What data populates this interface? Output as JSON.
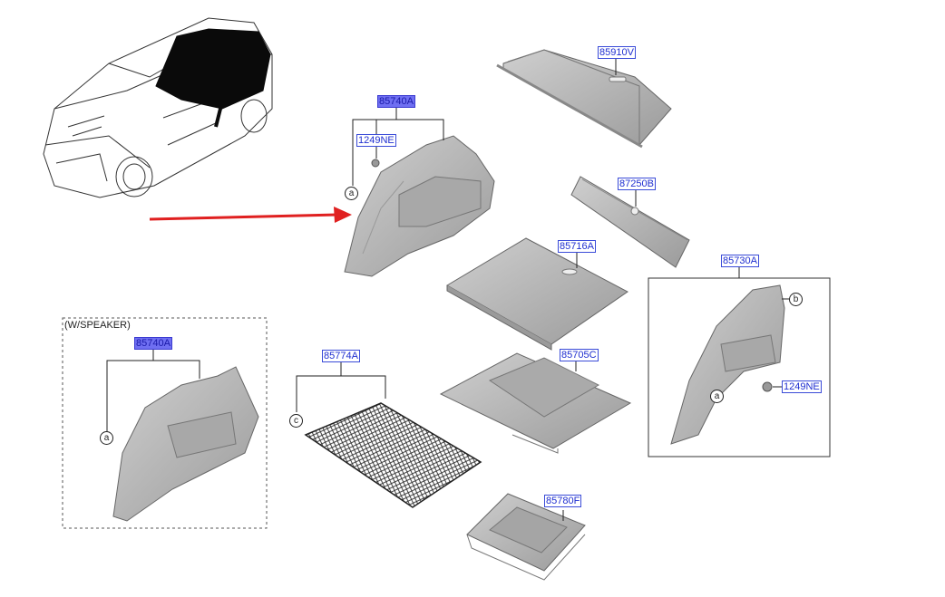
{
  "caption": "(W/SPEAKER)",
  "parts": [
    {
      "id": "cover",
      "code": "85910V",
      "highlight": false
    },
    {
      "id": "side-trim-main",
      "code": "85740A",
      "highlight": true
    },
    {
      "id": "clip-left",
      "code": "1249NE",
      "highlight": false
    },
    {
      "id": "sill-plate",
      "code": "87250B",
      "highlight": false
    },
    {
      "id": "luggage-board",
      "code": "85716A",
      "highlight": false
    },
    {
      "id": "side-trim-right",
      "code": "85730A",
      "highlight": false
    },
    {
      "id": "side-trim-speaker",
      "code": "85740A",
      "highlight": true
    },
    {
      "id": "net",
      "code": "85774A",
      "highlight": false
    },
    {
      "id": "tray",
      "code": "85705C",
      "highlight": false
    },
    {
      "id": "clip-right",
      "code": "1249NE",
      "highlight": false
    },
    {
      "id": "box",
      "code": "85780F",
      "highlight": false
    }
  ],
  "callouts": [
    "a",
    "b",
    "a",
    "a",
    "c"
  ],
  "colors": {
    "label": "#1f2fd0",
    "highlight": "#6f6ff2",
    "arrow": "#e02020",
    "part": "#b9b9b9"
  }
}
